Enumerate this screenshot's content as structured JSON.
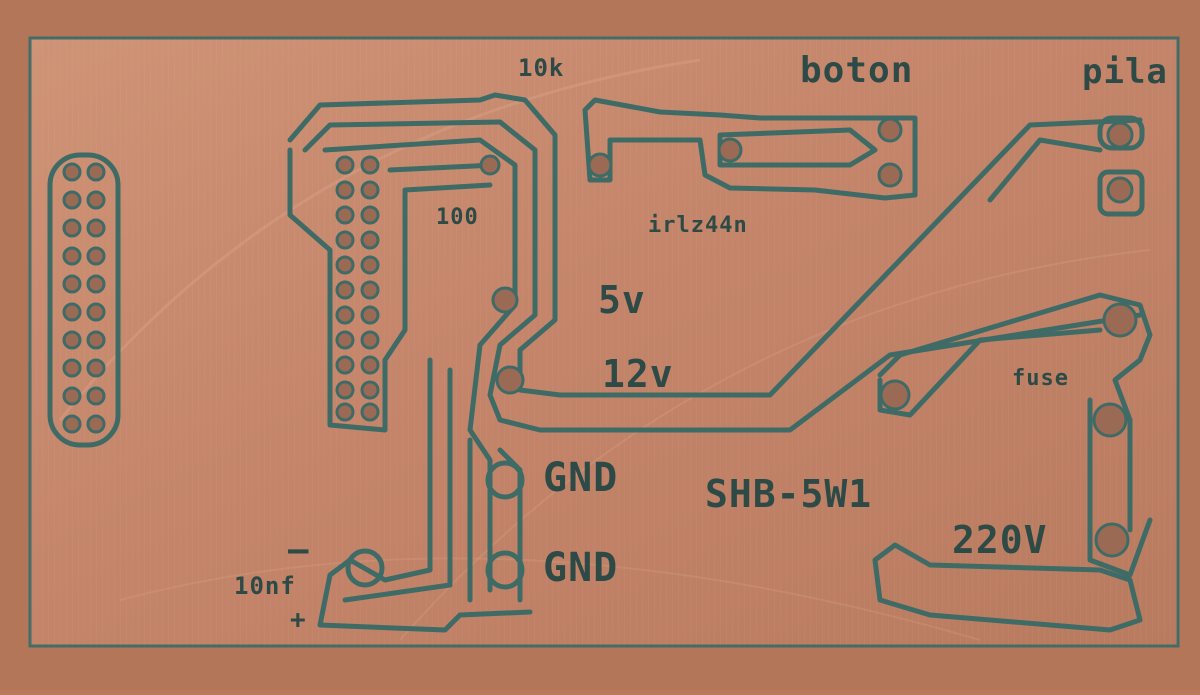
{
  "board": {
    "labels": {
      "r10k": "10k",
      "boton": "boton",
      "pila": "pila",
      "r100": "100",
      "irlz": "irlz44n",
      "v5": "5v",
      "v12": "12v",
      "gnd1": "GND",
      "gnd2": "GND",
      "module": "SHB-5W1",
      "fuse": "fuse",
      "v220": "220V",
      "cap": "10nf",
      "minus": "–",
      "plus": "+"
    },
    "colors": {
      "copper": "#c88a6c",
      "trace_outline": "#3e6b66",
      "table": "#b97a5c"
    }
  }
}
